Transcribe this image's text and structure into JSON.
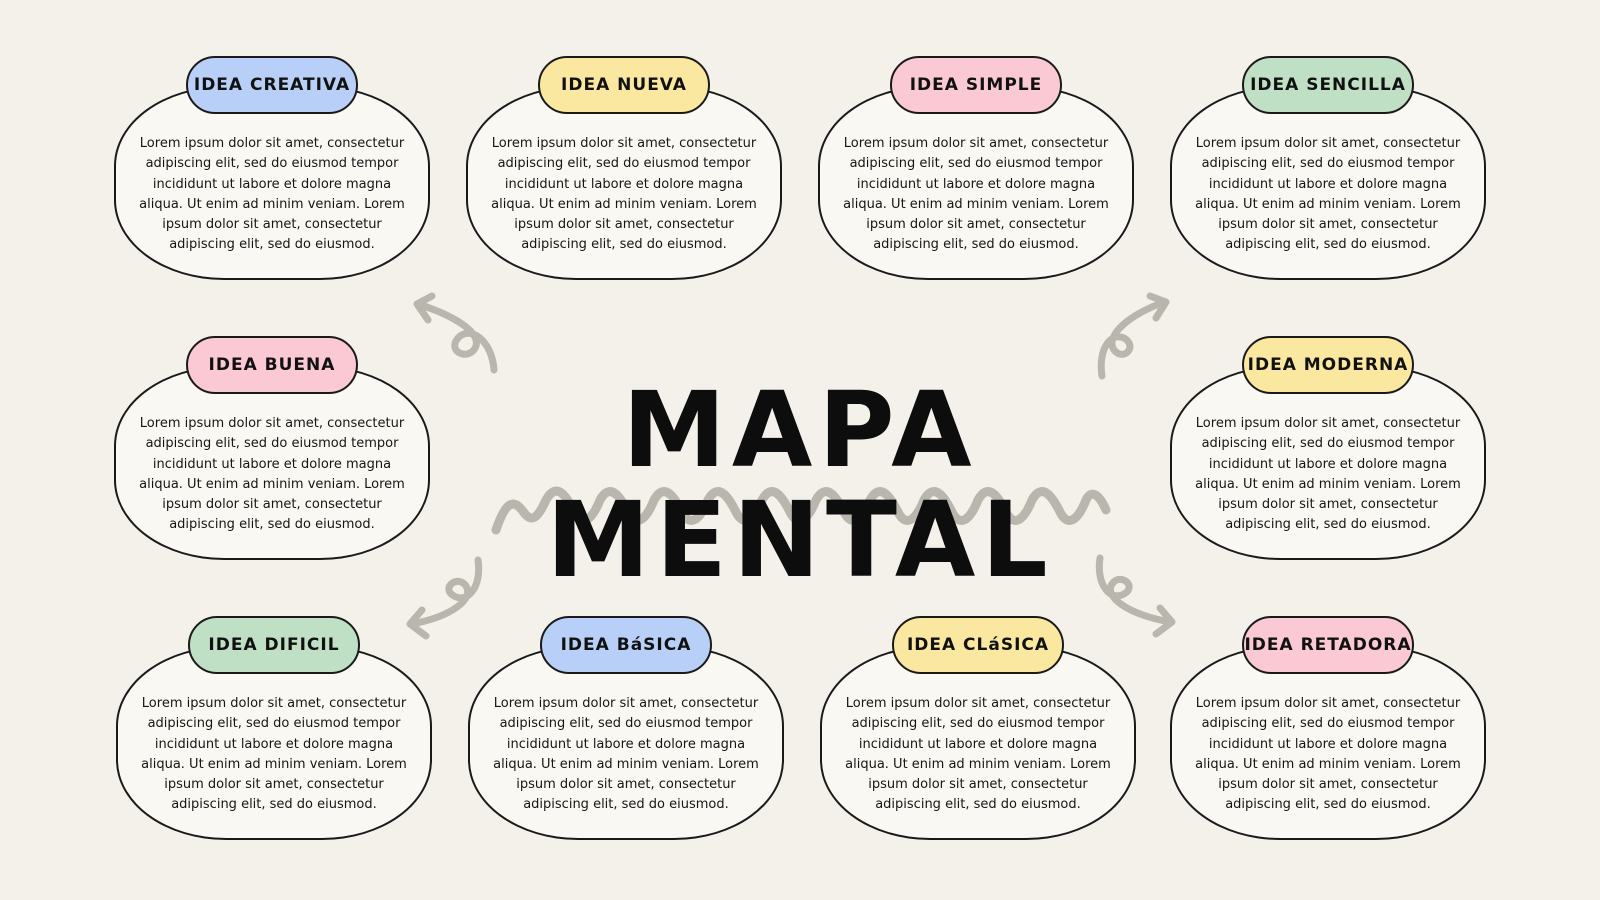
{
  "title": "MAPA MENTAL",
  "colors": {
    "background": "#f3f1ea",
    "card_fill": "#f9f8f3",
    "outline": "#1a1a1a",
    "blue": "#b8d0f7",
    "yellow": "#fbe8a0",
    "pink": "#fbc9d4",
    "green": "#bfe0c4",
    "squiggle": "#b9b6ae"
  },
  "cards": [
    {
      "label": "IDEA CREATIVA",
      "color": "#b8d0f7",
      "text": "Lorem ipsum dolor sit amet, consectetur adipiscing elit, sed do eiusmod tempor incididunt ut labore et dolore magna aliqua. Ut enim ad minim veniam. Lorem ipsum dolor sit amet, consectetur adipiscing elit, sed do eiusmod."
    },
    {
      "label": "IDEA NUEVA",
      "color": "#fbe8a0",
      "text": "Lorem ipsum dolor sit amet, consectetur adipiscing elit, sed do eiusmod tempor incididunt ut labore et dolore magna aliqua. Ut enim ad minim veniam. Lorem ipsum dolor sit amet, consectetur adipiscing elit, sed do eiusmod."
    },
    {
      "label": "IDEA SIMPLE",
      "color": "#fbc9d4",
      "text": "Lorem ipsum dolor sit amet, consectetur adipiscing elit, sed do eiusmod tempor incididunt ut labore et dolore magna aliqua. Ut enim ad minim veniam. Lorem ipsum dolor sit amet, consectetur adipiscing elit, sed do eiusmod."
    },
    {
      "label": "IDEA SENCILLA",
      "color": "#bfe0c4",
      "text": "Lorem ipsum dolor sit amet, consectetur adipiscing elit, sed do eiusmod tempor incididunt ut labore et dolore magna aliqua. Ut enim ad minim veniam. Lorem ipsum dolor sit amet, consectetur adipiscing elit, sed do eiusmod."
    },
    {
      "label": "IDEA BUENA",
      "color": "#fbc9d4",
      "text": "Lorem ipsum dolor sit amet, consectetur adipiscing elit, sed do eiusmod tempor incididunt ut labore et dolore magna aliqua. Ut enim ad minim veniam. Lorem ipsum dolor sit amet, consectetur adipiscing elit, sed do eiusmod."
    },
    {
      "label": "IDEA MODERNA",
      "color": "#fbe8a0",
      "text": "Lorem ipsum dolor sit amet, consectetur adipiscing elit, sed do eiusmod tempor incididunt ut labore et dolore magna aliqua. Ut enim ad minim veniam. Lorem ipsum dolor sit amet, consectetur adipiscing elit, sed do eiusmod."
    },
    {
      "label": "IDEA DIFICIL",
      "color": "#bfe0c4",
      "text": "Lorem ipsum dolor sit amet, consectetur adipiscing elit, sed do eiusmod tempor incididunt ut labore et dolore magna aliqua. Ut enim ad minim veniam. Lorem ipsum dolor sit amet, consectetur adipiscing elit, sed do eiusmod."
    },
    {
      "label": "IDEA BáSICA",
      "color": "#b8d0f7",
      "text": "Lorem ipsum dolor sit amet, consectetur adipiscing elit, sed do eiusmod tempor incididunt ut labore et dolore magna aliqua. Ut enim ad minim veniam. Lorem ipsum dolor sit amet, consectetur adipiscing elit, sed do eiusmod."
    },
    {
      "label": "IDEA CLáSICA",
      "color": "#fbe8a0",
      "text": "Lorem ipsum dolor sit amet, consectetur adipiscing elit, sed do eiusmod tempor incididunt ut labore et dolore magna aliqua. Ut enim ad minim veniam. Lorem ipsum dolor sit amet, consectetur adipiscing elit, sed do eiusmod."
    },
    {
      "label": "IDEA RETADORA",
      "color": "#fbc9d4",
      "text": "Lorem ipsum dolor sit amet, consectetur adipiscing elit, sed do eiusmod tempor incididunt ut labore et dolore magna aliqua. Ut enim ad minim veniam. Lorem ipsum dolor sit amet, consectetur adipiscing elit, sed do eiusmod."
    }
  ]
}
